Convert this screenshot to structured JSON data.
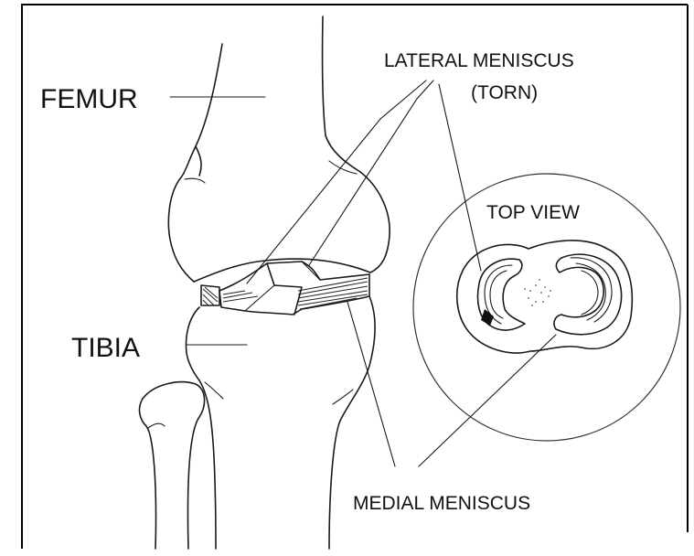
{
  "labels": {
    "femur": "FEMUR",
    "tibia": "TIBIA",
    "lateral_meniscus_line1": "LATERAL MENISCUS",
    "lateral_meniscus_line2": "(TORN)",
    "top_view": "TOP VIEW",
    "medial_meniscus": "MEDIAL MENISCUS"
  },
  "colors": {
    "ink": "#1a1a1a",
    "background": "#ffffff"
  }
}
